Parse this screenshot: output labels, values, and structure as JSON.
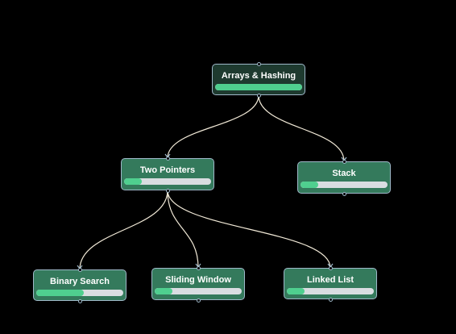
{
  "colors": {
    "background": "#000000",
    "root_node": "#1e3a2f",
    "node": "#347a5c",
    "node_border": "#9fb8c9",
    "progress_fill": "#4fcf8f",
    "progress_track": "#d9dde1",
    "edge": "#f2ead8"
  },
  "nodes": [
    {
      "id": "arrays-hashing",
      "label": "Arrays & Hashing",
      "progress": 1.0,
      "root": true
    },
    {
      "id": "two-pointers",
      "label": "Two Pointers",
      "progress": 0.2
    },
    {
      "id": "stack",
      "label": "Stack",
      "progress": 0.2
    },
    {
      "id": "binary-search",
      "label": "Binary Search",
      "progress": 0.55
    },
    {
      "id": "sliding-window",
      "label": "Sliding Window",
      "progress": 0.2
    },
    {
      "id": "linked-list",
      "label": "Linked List",
      "progress": 0.2
    }
  ],
  "edges": [
    {
      "from": "arrays-hashing",
      "to": "two-pointers"
    },
    {
      "from": "arrays-hashing",
      "to": "stack"
    },
    {
      "from": "two-pointers",
      "to": "binary-search"
    },
    {
      "from": "two-pointers",
      "to": "sliding-window"
    },
    {
      "from": "two-pointers",
      "to": "linked-list"
    }
  ]
}
